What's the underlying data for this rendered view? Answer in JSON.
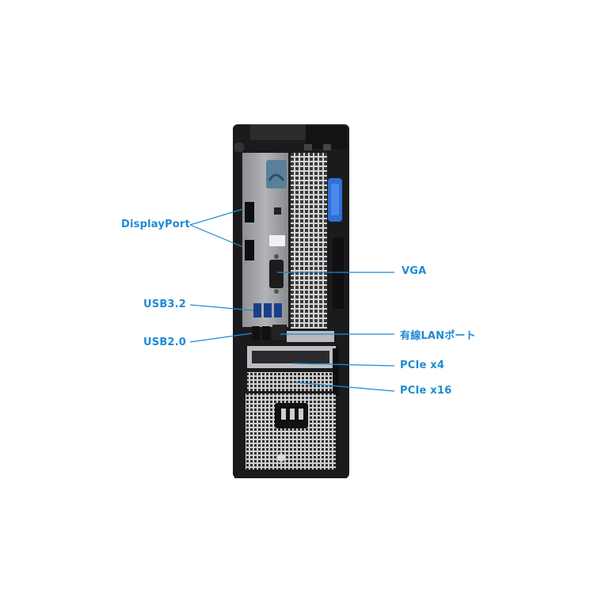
{
  "image": {
    "subject": "rear view of a small form factor desktop PC tower",
    "accent_color": "#1e8bd4",
    "chassis_color": "#1b1b1d",
    "latch_color": "#2f6fd6"
  },
  "labels": {
    "displayport": "DisplayPort",
    "usb32": "USB3.2",
    "usb20": "USB2.0",
    "vga": "VGA",
    "lan": "有線LANポート",
    "pcie_x4": "PCIe x4",
    "pcie_x16": "PCIe x16"
  }
}
